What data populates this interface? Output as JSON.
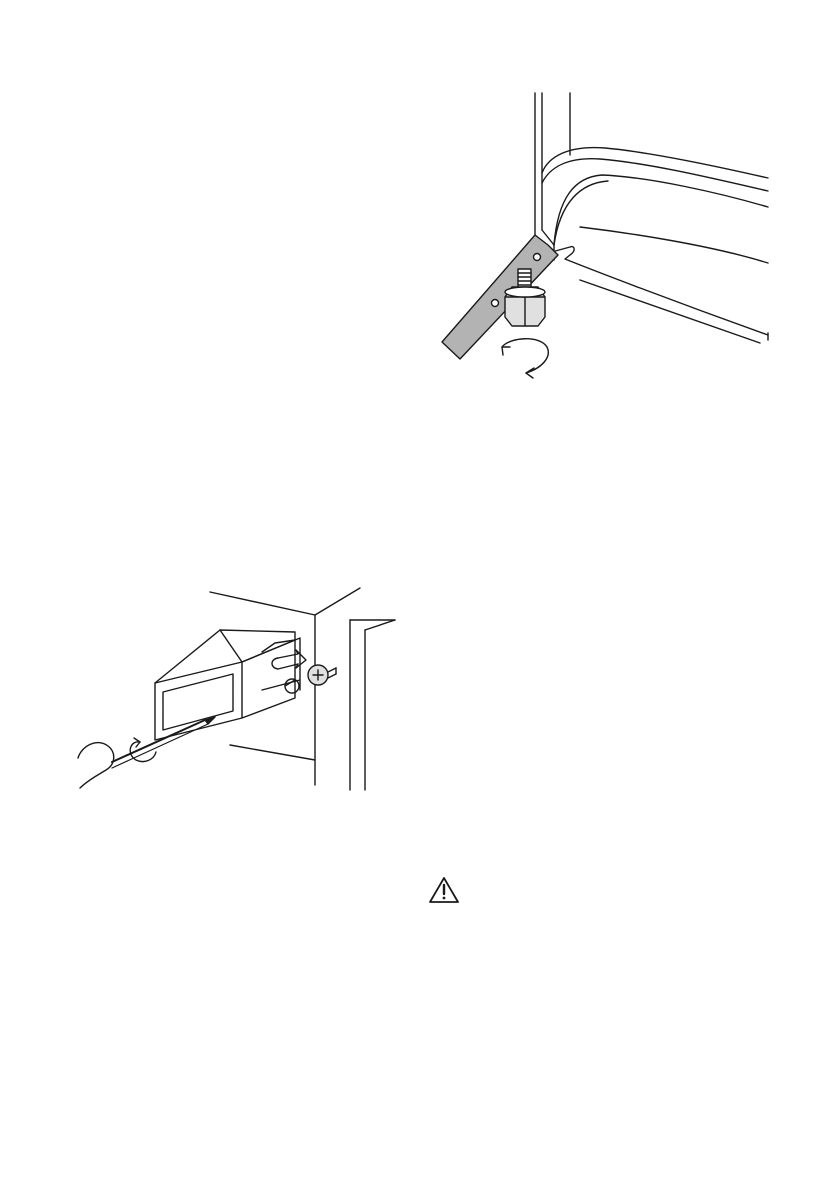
{
  "page": {
    "background": "#ffffff",
    "line_color": "#1a1a1a",
    "fill_gray": "#b3b3b3",
    "fill_light": "#e0e0e0"
  },
  "figures": [
    {
      "id": "fig-door",
      "icon": "door-foot-adjust-illustration"
    },
    {
      "id": "fig-bracket",
      "icon": "screwdriver-bracket-illustration"
    },
    {
      "id": "fig-warning",
      "icon": "warning-triangle-icon"
    }
  ]
}
